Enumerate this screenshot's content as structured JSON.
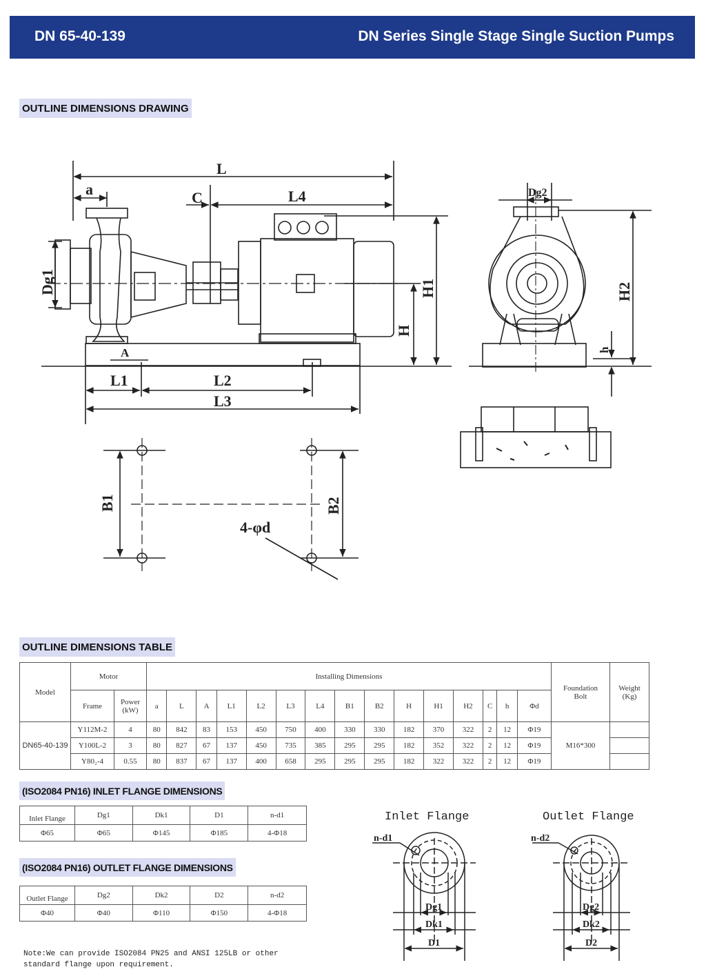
{
  "header": {
    "model": "DN 65-40-139",
    "series": "DN Series Single Stage Single Suction Pumps"
  },
  "sections": {
    "drawing": "OUTLINE DIMENSIONS DRAWING",
    "table": "OUTLINE DIMENSIONS TABLE",
    "inlet": "(ISO2084 PN16) INLET FLANGE DIMENSIONS",
    "outlet": "(ISO2084 PN16) OUTLET FLANGE DIMENSIONS"
  },
  "drawing_labels": {
    "L": "L",
    "a": "a",
    "C": "C",
    "L4": "L4",
    "Dg1": "Dg1",
    "H1": "H1",
    "H": "H",
    "A": "A",
    "L1": "L1",
    "L2": "L2",
    "L3": "L3",
    "Dg2": "Dg2",
    "H2": "H2",
    "h": "h",
    "B1": "B1",
    "B2": "B2",
    "holes": "4-φd"
  },
  "dimensions_table": {
    "model_header": "Model",
    "motor_header": "Motor",
    "installing_header": "Installing Dimensions",
    "frame_header": "Frame",
    "power_header_1": "Power",
    "power_header_2": "(kW)",
    "dim_headers": [
      "a",
      "L",
      "A",
      "L1",
      "L2",
      "L3",
      "L4",
      "B1",
      "B2",
      "H",
      "H1",
      "H2",
      "C",
      "h",
      "Φd"
    ],
    "foundation_header_1": "Foundation",
    "foundation_header_2": "Bolt",
    "weight_header_1": "Weight",
    "weight_header_2": "(Kg)",
    "model": "DN65-40-139",
    "foundation_bolt": "M16*300",
    "rows": [
      {
        "frame": "Y112M-2",
        "power": "4",
        "dims": [
          "80",
          "842",
          "83",
          "153",
          "450",
          "750",
          "400",
          "330",
          "330",
          "182",
          "370",
          "322",
          "2",
          "12",
          "Φ19"
        ]
      },
      {
        "frame": "Y100L-2",
        "power": "3",
        "dims": [
          "80",
          "827",
          "67",
          "137",
          "450",
          "735",
          "385",
          "295",
          "295",
          "182",
          "352",
          "322",
          "2",
          "12",
          "Φ19"
        ]
      },
      {
        "frame": "Y80₂-4",
        "power": "0.55",
        "dims": [
          "80",
          "837",
          "67",
          "137",
          "400",
          "658",
          "295",
          "295",
          "295",
          "182",
          "322",
          "322",
          "2",
          "12",
          "Φ19"
        ]
      }
    ]
  },
  "inlet_table": {
    "headers": [
      "Inlet Flange",
      "Dg1",
      "Dk1",
      "D1",
      "n-d1"
    ],
    "values": [
      "Φ65",
      "Φ65",
      "Φ145",
      "Φ185",
      "4-Φ18"
    ]
  },
  "outlet_table": {
    "headers": [
      "Outlet Flange",
      "Dg2",
      "Dk2",
      "D2",
      "n-d2"
    ],
    "values": [
      "Φ40",
      "Φ40",
      "Φ110",
      "Φ150",
      "4-Φ18"
    ]
  },
  "flange_drawings": {
    "inlet_title": "Inlet Flange",
    "outlet_title": "Outlet Flange",
    "inlet": {
      "nd": "n-d1",
      "dg": "Dg1",
      "dk": "Dk1",
      "d": "D1"
    },
    "outlet": {
      "nd": "n-d2",
      "dg": "Dg2",
      "dk": "Dk2",
      "d": "D2"
    }
  },
  "note": "Note:We can provide ISO2084 PN25 and ANSI 125LB or other standard flange upon requirement."
}
